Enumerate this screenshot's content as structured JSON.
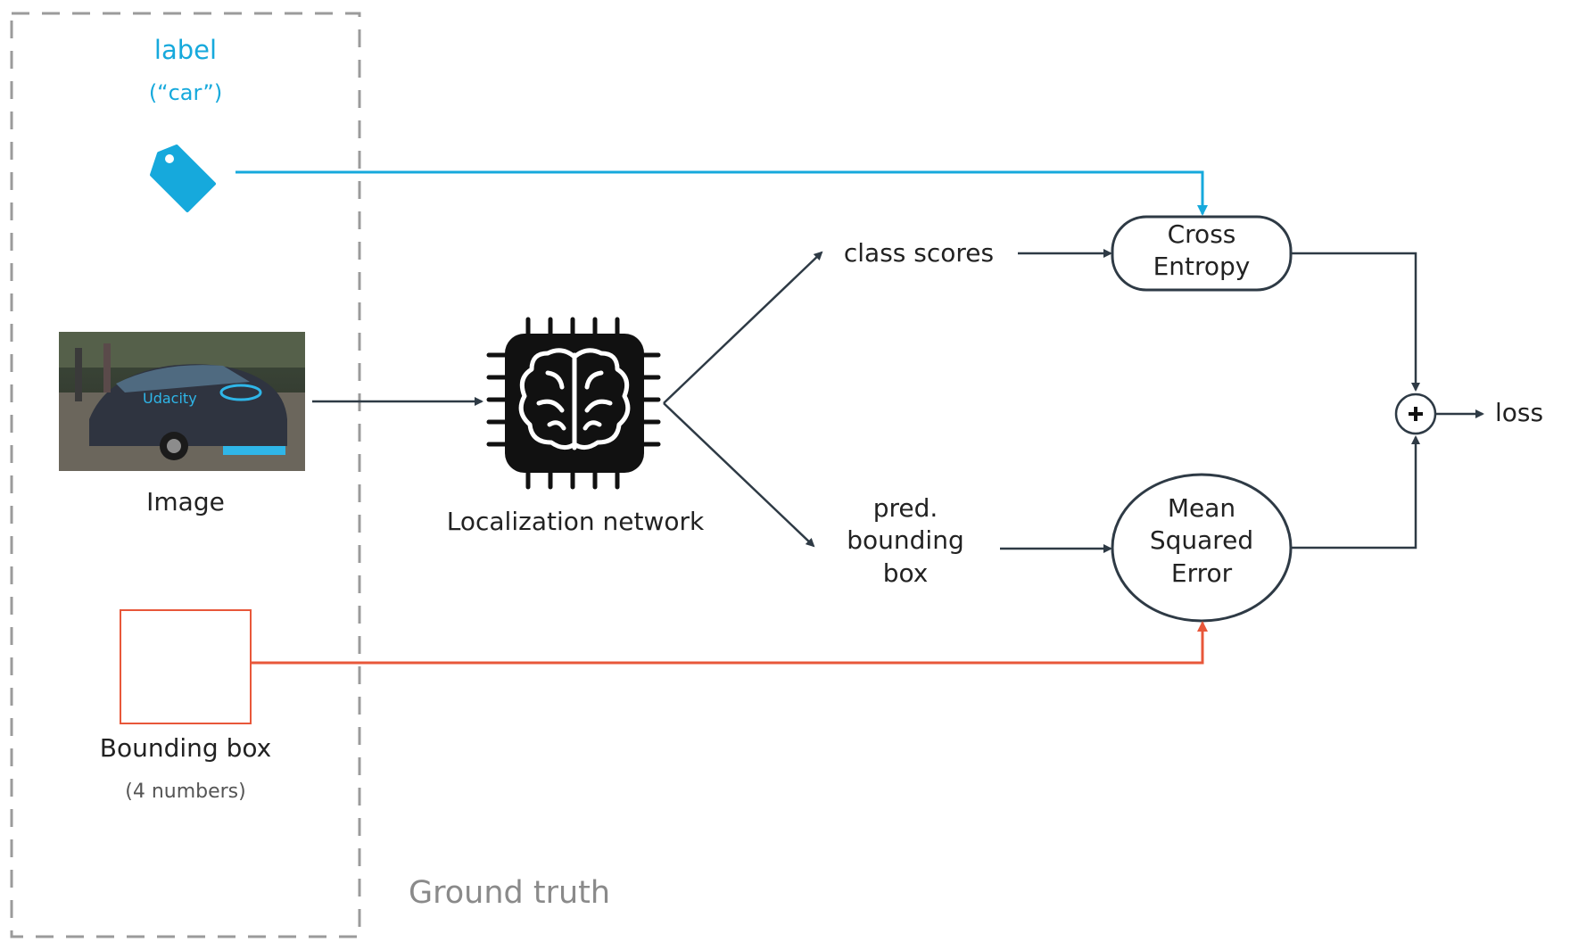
{
  "ground_truth": {
    "title": "Ground truth",
    "label": {
      "title": "label",
      "value": "(“car”)"
    },
    "image": {
      "caption": "Image"
    },
    "bounding_box": {
      "caption": "Bounding box",
      "note": "(4 numbers)"
    }
  },
  "network": {
    "caption": "Localization network"
  },
  "outputs": {
    "class_scores": "class scores",
    "pred_box": [
      "pred.",
      "bounding",
      "box"
    ]
  },
  "losses": {
    "cross_entropy": [
      "Cross",
      "Entropy"
    ],
    "mse": [
      "Mean",
      "Squared",
      "Error"
    ],
    "loss": "loss"
  },
  "colors": {
    "label": "#16a9dc",
    "bbox": "#e8573a",
    "lines": "#2e3a45",
    "dashed": "#9b9b9b"
  }
}
